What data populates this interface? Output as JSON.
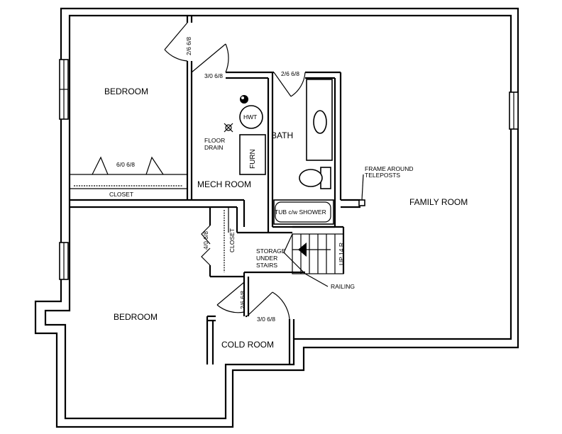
{
  "rooms": {
    "bedroom_upper": "BEDROOM",
    "bedroom_lower": "BEDROOM",
    "mech_room": "MECH ROOM",
    "bath": "BATH",
    "family_room": "FAMILY ROOM",
    "cold_room": "COLD ROOM",
    "closet_upper": "CLOSET",
    "closet_side": "CLOSET",
    "storage": [
      "STORAGE",
      "UNDER",
      "STAIRS"
    ]
  },
  "fixtures": {
    "hwt": "HWT",
    "furn": "FURN",
    "floor_drain": [
      "FLOOR",
      "DRAIN"
    ],
    "tub": "TUB c/w SHOWER"
  },
  "doors": {
    "bedroom_door": "2/6 6/8",
    "mech_door": "3/0 6/8",
    "bath_door": "2/6 6/8",
    "closet_bifold_upper": "6/0 6/8",
    "closet_bifold_side": "4/0 6/8",
    "storage_door": "2/6 6/8",
    "cold_room_door": "3/0 6/8"
  },
  "stairs": {
    "label": "UP 14 R"
  },
  "annotations": {
    "teleposts": [
      "FRAME AROUND",
      "TELEPOSTS"
    ],
    "railing": "RAILING"
  }
}
